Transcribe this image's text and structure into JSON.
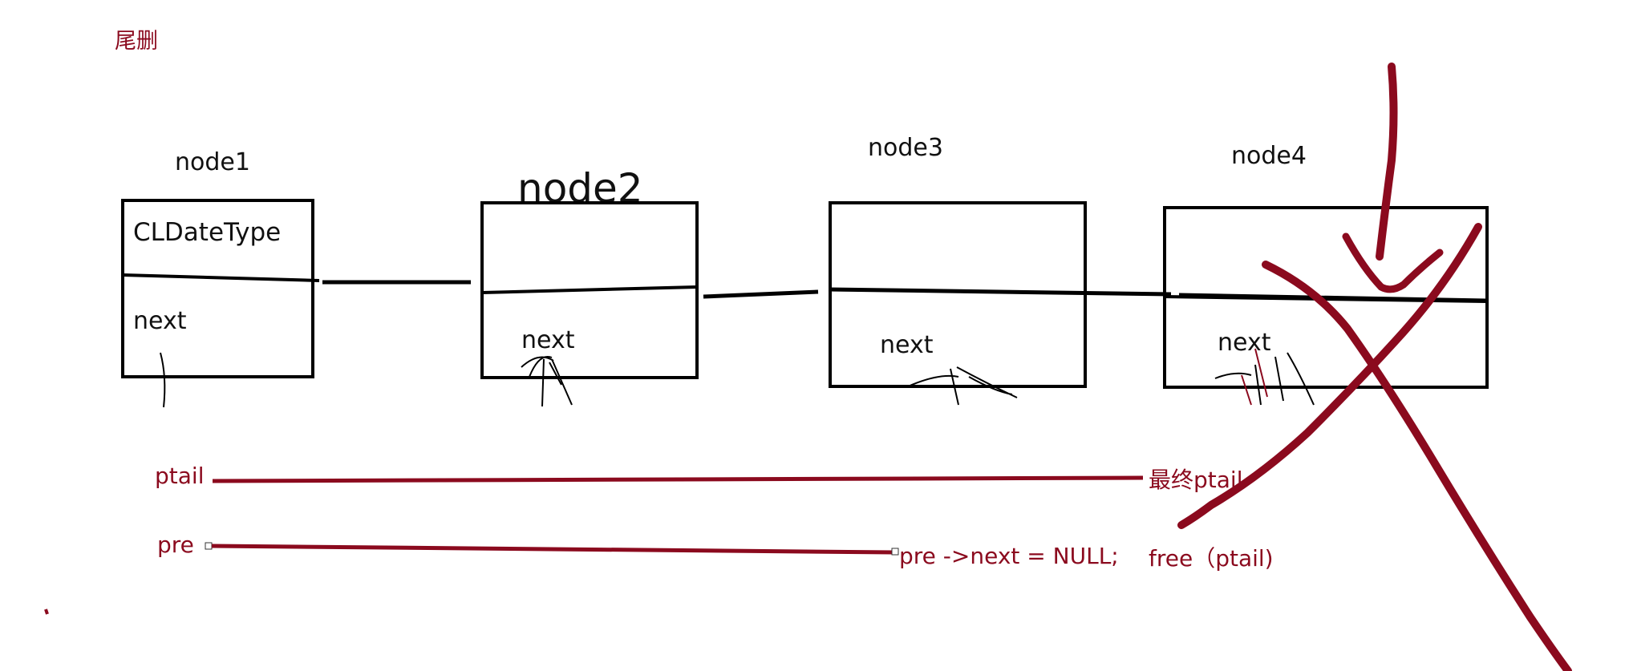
{
  "title": "尾删",
  "nodes": [
    {
      "name": "node1",
      "data_label": "CLDateType",
      "next_label": "next"
    },
    {
      "name": "node2",
      "data_label": "",
      "next_label": "next"
    },
    {
      "name": "node3",
      "data_label": "",
      "next_label": "next"
    },
    {
      "name": "node4",
      "data_label": "",
      "next_label": "next"
    }
  ],
  "annotations": {
    "ptail": "ptail",
    "final_ptail": "最终ptail",
    "pre": "pre",
    "pre_next_null": "pre ->next = NULL;",
    "free_ptail": "free（ptail)"
  },
  "colors": {
    "ink": "#000000",
    "annotation": "#8b0a1e",
    "background": "#ffffff"
  }
}
